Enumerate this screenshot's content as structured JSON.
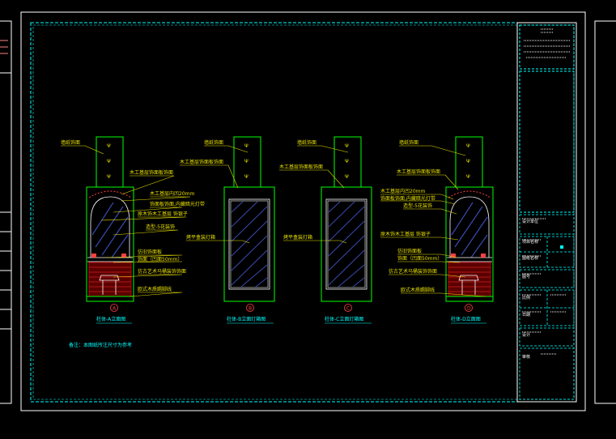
{
  "drawing": {
    "colors": {
      "background": "#000000",
      "frame": "#ffffff",
      "inner_frame": "#00ffff",
      "outline": "#00ff00",
      "label": "#e8e000",
      "caption": "#00ffff",
      "hatch": "#3a4ab0",
      "marker": "#ff4040",
      "base": "#b00000"
    },
    "elevations": [
      {
        "id": "A",
        "caption": "柱体-A立面图",
        "labels": [
          "墙纸饰面",
          "木工基层饰面板饰面",
          "木工基层内凹20mm",
          "饰面板饰面,内藏暗光灯带",
          "原木饰木工基层 饰银子",
          "造型-5花装饰",
          "仿旧饰面板",
          "饰面（凹面50mm）",
          "仿古艺术马桶装饰饰面",
          "欧式木质踢脚线"
        ]
      },
      {
        "id": "B",
        "caption": "柱体-B立面灯箱图",
        "labels": [
          "墙纸饰面",
          "木工基层饰面板饰面",
          "烤平盒装灯箱"
        ]
      },
      {
        "id": "C",
        "caption": "柱体-C立面灯箱图",
        "labels": [
          "墙纸饰面",
          "木工基层饰面板饰面",
          "烤平盒装灯箱"
        ]
      },
      {
        "id": "D",
        "caption": "柱体-D立面图",
        "labels": [
          "墙纸饰面",
          "木工基层饰面板饰面",
          "木工基层内凹20mm",
          "饰面板饰面,内藏暗光灯带",
          "造型-5花装饰",
          "原木饰木工基层 饰银子",
          "仿旧饰面板",
          "饰面（凹面50mm）",
          "仿古艺术马桶装饰饰面",
          "欧式木质踢脚线"
        ]
      }
    ],
    "note": "备注：本图纸所注尺寸为参考",
    "title_block": {
      "rows": [
        "设计单位",
        "项目名称",
        "图纸名称",
        "图号",
        "比例",
        "日期",
        "设计",
        "审核"
      ]
    }
  }
}
